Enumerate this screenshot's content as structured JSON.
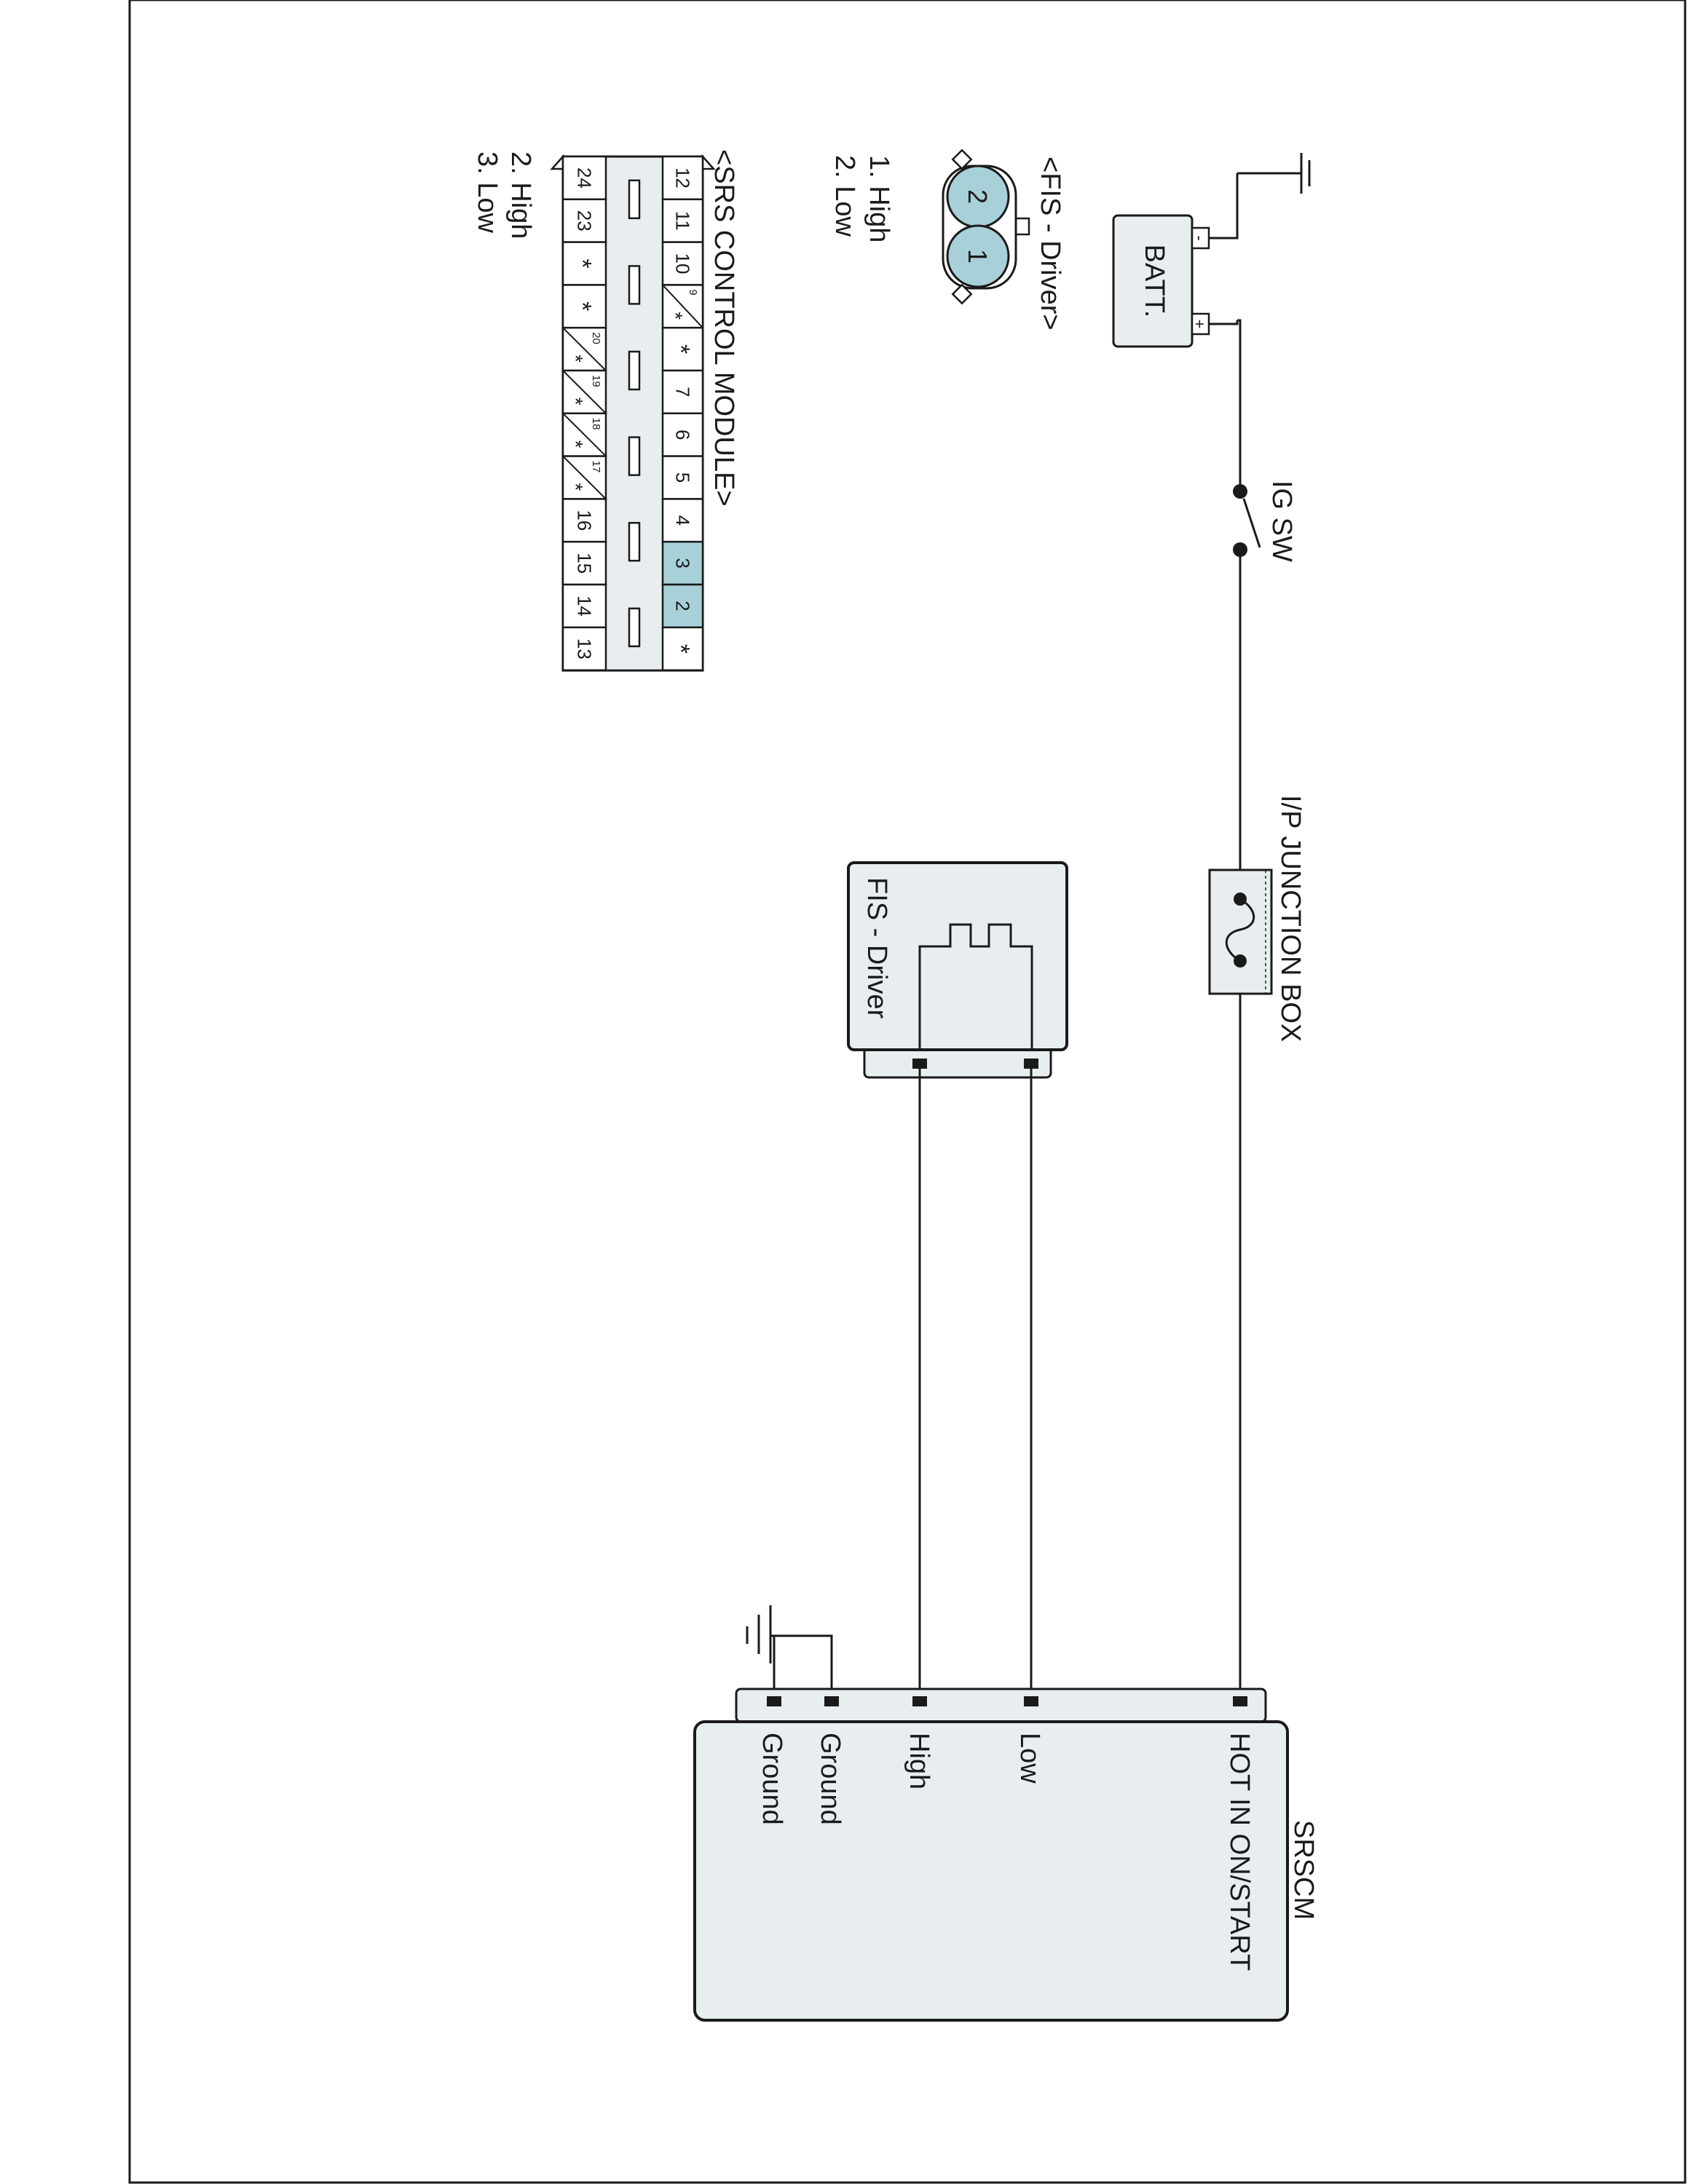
{
  "diagram": {
    "battery": {
      "label": "BATT.",
      "neg": "-",
      "pos": "+"
    },
    "ig_switch": {
      "label": "IG SW"
    },
    "junction_box": {
      "label": "I/P JUNCTION BOX"
    },
    "fis_component": {
      "label": "FIS - Driver"
    },
    "srscm": {
      "title": "SRSCM",
      "pins": {
        "hot": "HOT IN ON/START",
        "low": "Low",
        "high": "High",
        "ground1": "Ground",
        "ground2": "Ground"
      }
    },
    "fis_connector": {
      "title": "<FIS - Driver>",
      "pin1": "1",
      "pin2": "2",
      "legend": [
        "1. High",
        "2. Low"
      ]
    },
    "srs_connector": {
      "title": "<SRS CONTROL MODULE>",
      "row_top": [
        "12",
        "11",
        "10",
        "9",
        "*",
        "7",
        "6",
        "5",
        "4",
        "3",
        "2",
        "*"
      ],
      "row_bottom": [
        "24",
        "23",
        "*",
        "*",
        "20",
        "19",
        "18",
        "17",
        "16",
        "15",
        "14",
        "13"
      ],
      "star": "*",
      "legend": [
        "2. High",
        "3. Low"
      ]
    },
    "colors": {
      "body_fill": "#e8eef0",
      "highlight": "#a8d0d8",
      "line": "#1a1a1a"
    }
  }
}
